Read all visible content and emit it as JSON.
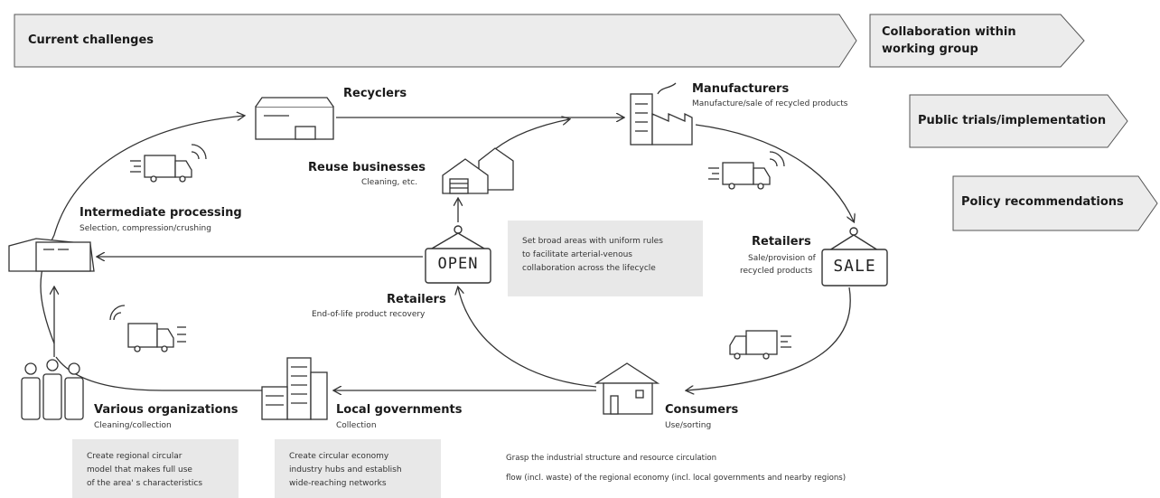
{
  "banners": {
    "current_challenges": "Current challenges",
    "collaboration_line1": "Collaboration within",
    "collaboration_line2": "working group",
    "public_trials": "Public trials/implementation",
    "policy": "Policy recommendations"
  },
  "nodes": {
    "recyclers": {
      "title": "Recyclers"
    },
    "manufacturers": {
      "title": "Manufacturers",
      "sub": "Manufacture/sale of recycled products"
    },
    "reuse": {
      "title": "Reuse businesses",
      "sub": "Cleaning, etc."
    },
    "intermediate": {
      "title": "Intermediate processing",
      "sub": "Selection, compression/crushing"
    },
    "retailers_right": {
      "title": "Retailers",
      "sub1": "Sale/provision of",
      "sub2": "recycled products"
    },
    "retailers_mid": {
      "title": "Retailers",
      "sub": "End-of-life product recovery"
    },
    "organizations": {
      "title": "Various organizations",
      "sub": "Cleaning/collection"
    },
    "local_gov": {
      "title": "Local governments",
      "sub": "Collection"
    },
    "consumers": {
      "title": "Consumers",
      "sub": "Use/sorting"
    }
  },
  "signs": {
    "open": "OPEN",
    "sale": "SALE"
  },
  "notes": {
    "center_box": [
      "Set broad areas with uniform rules",
      "to facilitate arterial-venous",
      "collaboration across the lifecycle"
    ],
    "box_left": [
      "Create regional circular",
      "model that makes full use",
      "of the area' s characteristics"
    ],
    "box_mid": [
      "Create circular economy",
      "industry hubs and establish",
      "wide-reaching networks"
    ],
    "bottom_line1": "Grasp the industrial structure and resource circulation",
    "bottom_line2": "flow (incl. waste) of the regional economy (incl. local governments and nearby regions)"
  },
  "icons": [
    "factory-icon",
    "warehouse-icon",
    "house-icon",
    "truck-icon",
    "people-icon",
    "building-icon",
    "shop-sign-icon"
  ]
}
